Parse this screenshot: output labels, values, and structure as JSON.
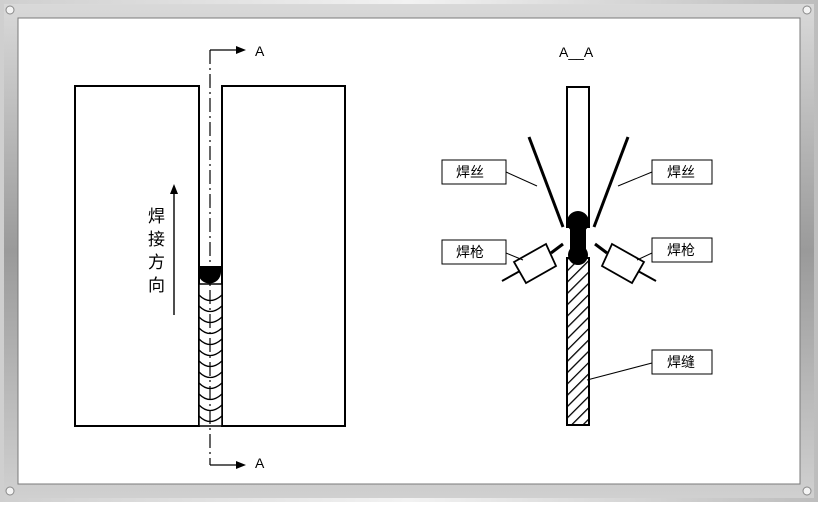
{
  "diagram": {
    "front_view": {
      "section_marker_top": "A",
      "section_marker_bottom": "A",
      "direction_chars": [
        "焊",
        "接",
        "方",
        "向"
      ]
    },
    "section_view": {
      "title": "A__A",
      "labels": {
        "wire_left": "焊丝",
        "wire_right": "焊丝",
        "torch_left": "焊枪",
        "torch_right": "焊枪",
        "seam": "焊缝"
      }
    },
    "colors": {
      "frame_outer": "#8e8e8e",
      "frame_inner": "#e6e6e6",
      "ink": "#000000",
      "paper": "#ffffff"
    }
  }
}
